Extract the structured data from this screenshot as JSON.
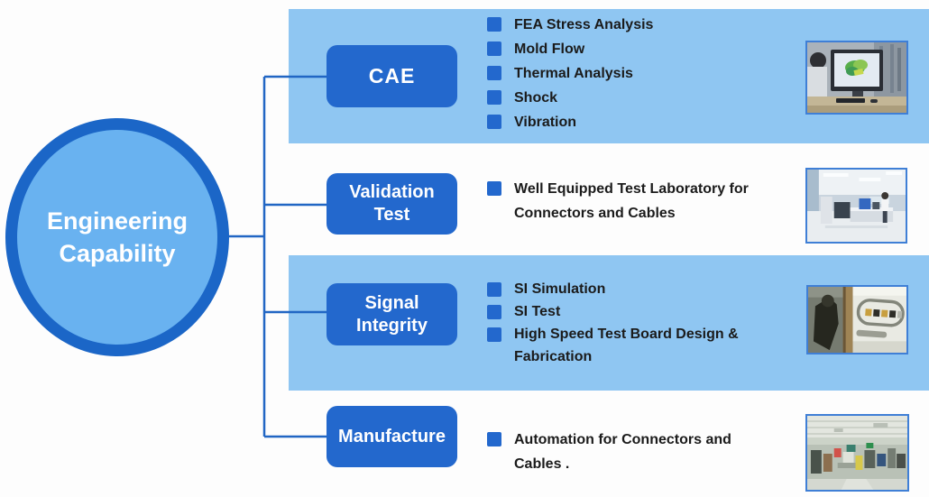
{
  "diagram": {
    "root_label": "Engineering Capability",
    "branches": [
      {
        "label": "CAE",
        "items": [
          "FEA Stress Analysis",
          "Mold Flow",
          "Thermal Analysis",
          "Shock",
          "Vibration"
        ],
        "photo": "cae-workstation-photo",
        "has_band": true
      },
      {
        "label": "Validation Test",
        "items": [
          "Well Equipped Test Laboratory for Connectors and Cables"
        ],
        "photo": "test-laboratory-photo",
        "has_band": false
      },
      {
        "label": "Signal Integrity",
        "items": [
          "SI Simulation",
          "SI Test",
          "High Speed Test Board Design & Fabrication"
        ],
        "photo": "si-test-equipment-photo",
        "has_band": true
      },
      {
        "label": "Manufacture",
        "items": [
          "Automation for Connectors and Cables ."
        ],
        "photo": "factory-floor-photo",
        "has_band": false
      }
    ]
  },
  "colors": {
    "band_blue": "#8FC6F2",
    "node_blue": "#2368CD",
    "bullet_blue": "#2368CD",
    "circle_fill": "#69B2F0",
    "circle_border": "#1B66C7",
    "connector_line": "#2166C4",
    "list_text": "#1B1B1B",
    "node_text": "#FFFFFF",
    "photo_border": "#3F7FD6",
    "background": "#FDFDFD"
  }
}
